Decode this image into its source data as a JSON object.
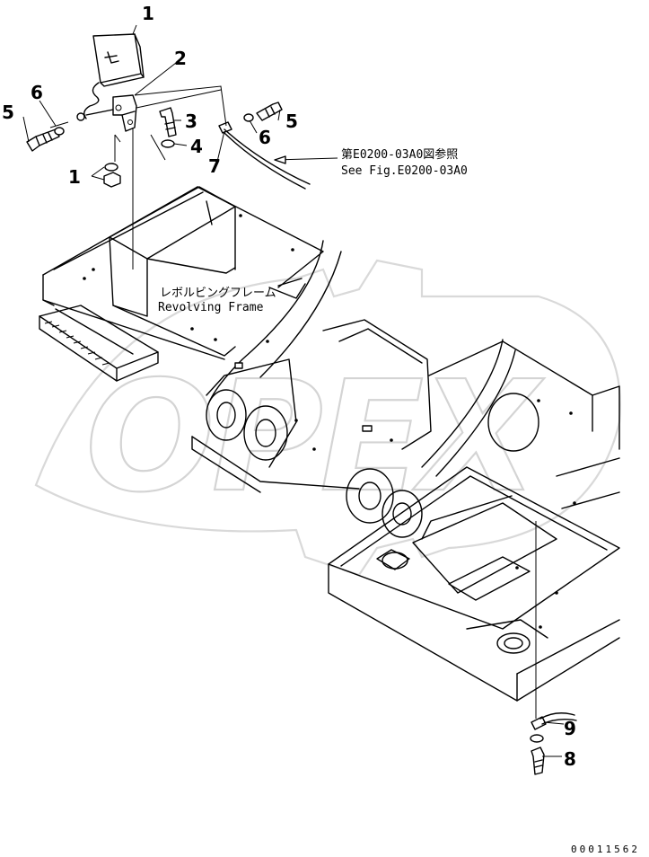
{
  "watermark": "OPEX",
  "callouts": [
    {
      "id": "c1a",
      "label": "1"
    },
    {
      "id": "c2",
      "label": "2"
    },
    {
      "id": "c6a",
      "label": "6"
    },
    {
      "id": "c5a",
      "label": "5"
    },
    {
      "id": "c3",
      "label": "3"
    },
    {
      "id": "c5b",
      "label": "5"
    },
    {
      "id": "c6b",
      "label": "6"
    },
    {
      "id": "c4",
      "label": "4"
    },
    {
      "id": "c7",
      "label": "7"
    },
    {
      "id": "c1b",
      "label": "1"
    },
    {
      "id": "c9",
      "label": "9"
    },
    {
      "id": "c8",
      "label": "8"
    }
  ],
  "reference_note": {
    "line1": "第E0200-03A0図参照",
    "line2": "See Fig.E0200-03A0"
  },
  "frame_label": {
    "line1": "レボルビングフレーム",
    "line2": "Revolving Frame"
  },
  "drawing_number": "00011562"
}
